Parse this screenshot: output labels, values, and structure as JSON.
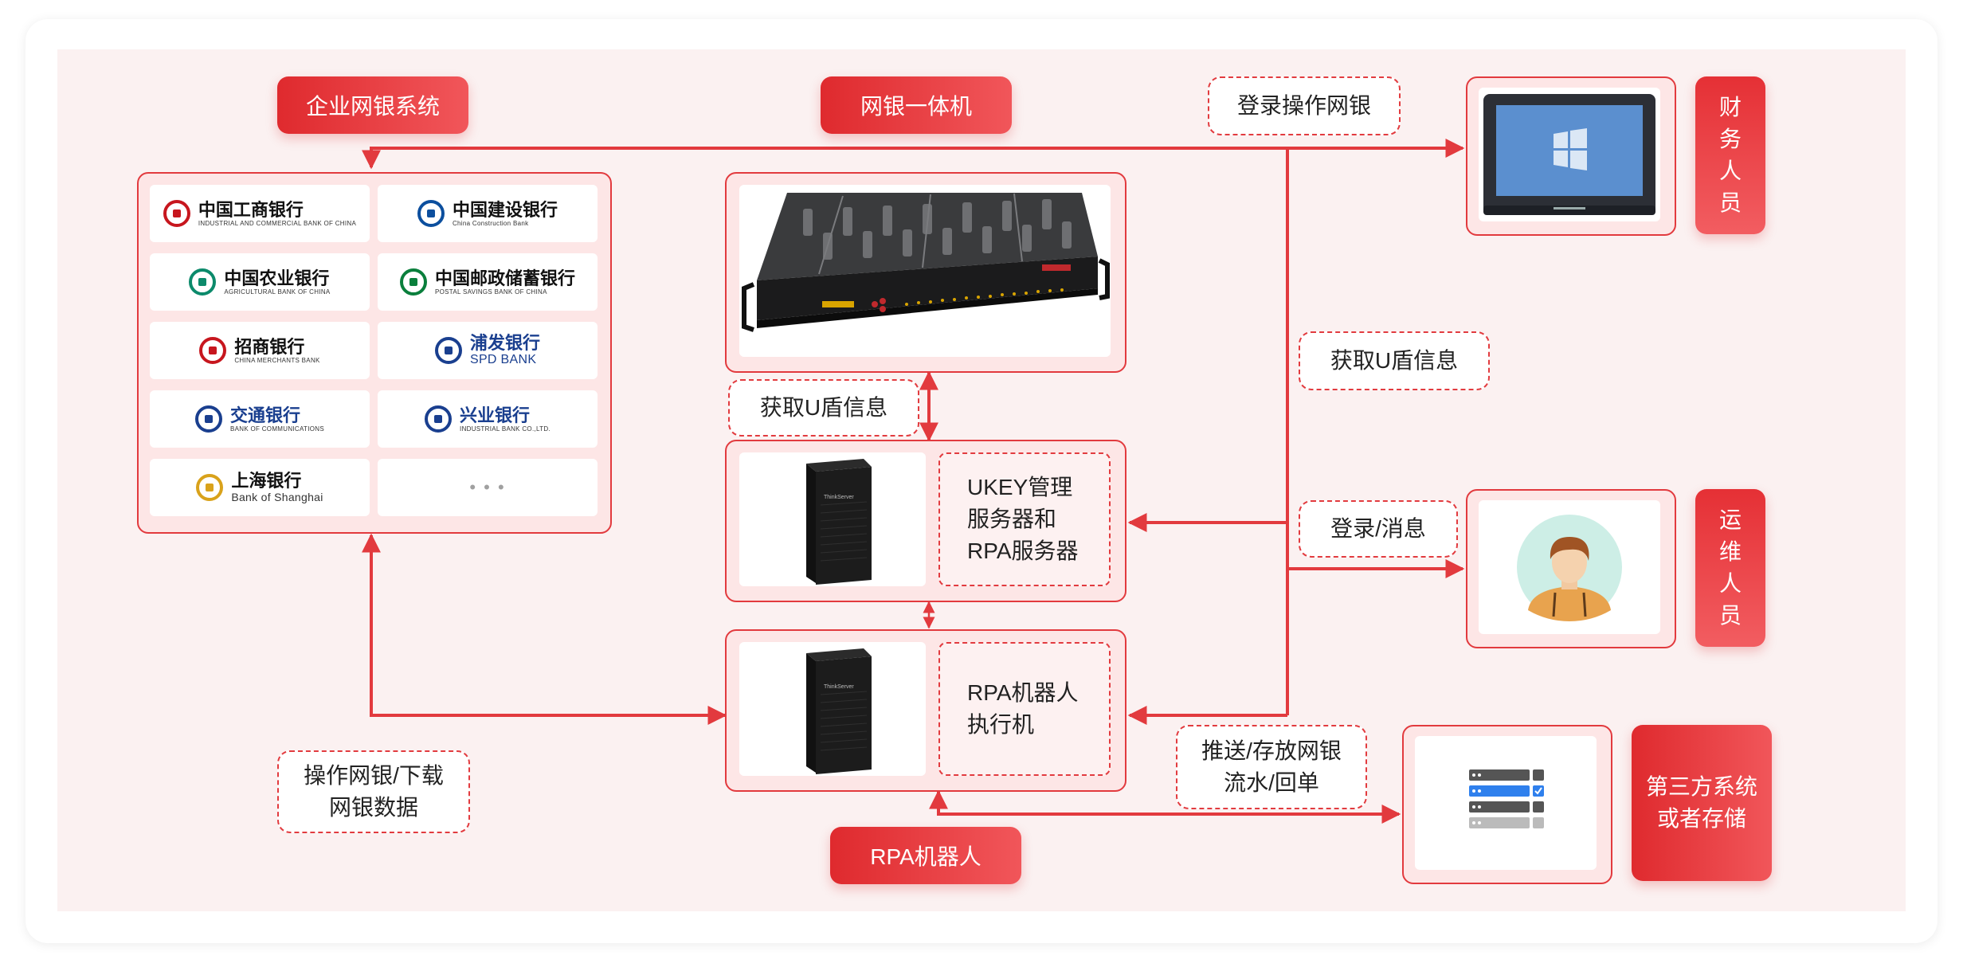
{
  "labels": {
    "enterprise_bank": "企业网银系统",
    "bank_all_in_one": "网银一体机",
    "rpa_robot": "RPA机器人",
    "finance_staff": [
      "财",
      "务",
      "人",
      "员"
    ],
    "ops_staff": [
      "运",
      "维",
      "人",
      "员"
    ],
    "third_party": [
      "第三方系统",
      "或者存储"
    ]
  },
  "annotations": {
    "login_operate": "登录操作网银",
    "get_ukey_right": "获取U盾信息",
    "get_ukey_mid": "获取U盾信息",
    "login_message": "登录/消息",
    "operate_download": [
      "操作网银/下载",
      "网银数据"
    ],
    "push_store": [
      "推送/存放网银",
      "流水/回单"
    ]
  },
  "servers": {
    "ukey_server": [
      "UKEY管理",
      "服务器和",
      "RPA服务器"
    ],
    "rpa_executor": [
      "RPA机器人",
      "执行机"
    ],
    "brand_badge": "ThinkServer"
  },
  "banks": [
    {
      "zh": "中国工商银行",
      "en": "INDUSTRIAL AND COMMERCIAL BANK OF CHINA",
      "color": "#c7161e"
    },
    {
      "zh": "中国建设银行",
      "en": "China Construction Bank",
      "color": "#0c4f9e"
    },
    {
      "zh": "中国农业银行",
      "en": "AGRICULTURAL BANK OF CHINA",
      "color": "#0c8a6b"
    },
    {
      "zh": "中国邮政储蓄银行",
      "en": "POSTAL SAVINGS BANK OF CHINA",
      "color": "#0a7f3c"
    },
    {
      "zh": "招商银行",
      "en": "CHINA MERCHANTS BANK",
      "color": "#c7161e"
    },
    {
      "zh": "浦发银行",
      "en": "SPD BANK",
      "color": "#1a3f8f"
    },
    {
      "zh": "交通银行",
      "en": "BANK OF COMMUNICATIONS",
      "color": "#1a3f8f"
    },
    {
      "zh": "兴业银行",
      "en": "INDUSTRIAL BANK CO.,LTD.",
      "color": "#1a3f8f"
    },
    {
      "zh": "上海银行",
      "en": "Bank of Shanghai",
      "color": "#d9a21b"
    }
  ],
  "more_banks": "• • •",
  "colors": {
    "accent": "#e23a3e",
    "panel": "#fde6e6",
    "background": "#fbf1f1"
  }
}
